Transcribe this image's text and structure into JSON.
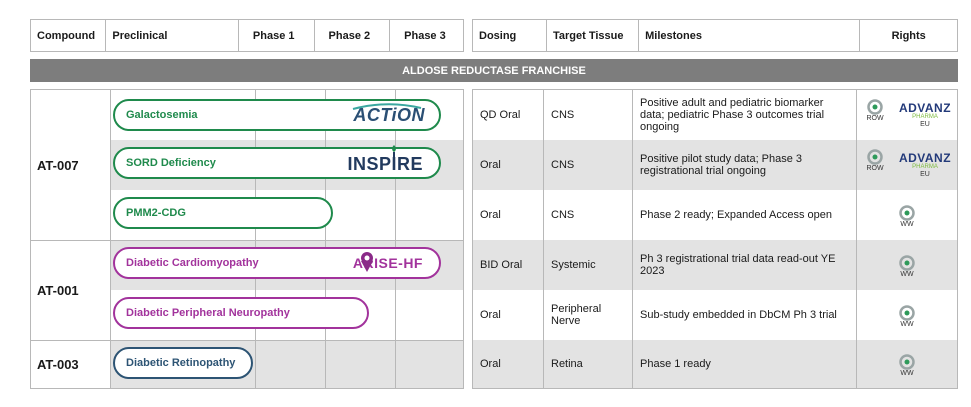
{
  "headers": {
    "compound": "Compound",
    "preclinical": "Preclinical",
    "phase1": "Phase 1",
    "phase2": "Phase 2",
    "phase3": "Phase 3",
    "dosing": "Dosing",
    "target_tissue": "Target Tissue",
    "milestones": "Milestones",
    "rights": "Rights"
  },
  "franchise_banner": "ALDOSE REDUCTASE FRANCHISE",
  "compounds": {
    "c1": "AT-007",
    "c2": "AT-001",
    "c3": "AT-003"
  },
  "programs": [
    {
      "indication": "Galactosemia",
      "trial_logo": "ACTiON",
      "dosing": "QD Oral",
      "tissue": "CNS",
      "milestone": "Positive adult and pediatric biomarker data; pediatric Phase 3 outcomes trial ongoing",
      "rights": [
        {
          "partner": "ADVANZ",
          "sub": "PHARMA",
          "label": "EU"
        },
        {
          "label": "ROW"
        }
      ]
    },
    {
      "indication": "SORD Deficiency",
      "trial_logo": "INSPIRE",
      "dosing": "Oral",
      "tissue": "CNS",
      "milestone": "Positive pilot study data; Phase 3 registrational trial ongoing",
      "rights": [
        {
          "partner": "ADVANZ",
          "sub": "PHARMA",
          "label": "EU"
        },
        {
          "label": "ROW"
        }
      ]
    },
    {
      "indication": "PMM2-CDG",
      "dosing": "Oral",
      "tissue": "CNS",
      "milestone": "Phase 2 ready; Expanded Access open",
      "rights": [
        {
          "label": "WW"
        }
      ]
    },
    {
      "indication": "Diabetic Cardiomyopathy",
      "trial_logo": "ARISE-HF",
      "dosing": "BID Oral",
      "tissue": "Systemic",
      "milestone": "Ph 3 registrational trial data read-out YE 2023",
      "rights": [
        {
          "label": "WW"
        }
      ]
    },
    {
      "indication": "Diabetic Peripheral Neuropathy",
      "dosing": "Oral",
      "tissue": "Peripheral Nerve",
      "milestone": "Sub-study embedded in DbCM Ph 3 trial",
      "rights": [
        {
          "label": "WW"
        }
      ]
    },
    {
      "indication": "Diabetic Retinopathy",
      "dosing": "Oral",
      "tissue": "Retina",
      "milestone": "Phase 1 ready",
      "rights": [
        {
          "label": "WW"
        }
      ]
    }
  ],
  "colors": {
    "green": "#1f8a4c",
    "purple": "#a2339c",
    "blue": "#2d5474",
    "banner": "#7d7d7d",
    "row_shade": "#e3e3e3",
    "advanz_blue": "#233a7a",
    "advanz_green": "#7cbb3e"
  },
  "icons": {
    "company_logo": "applied-logo-icon"
  }
}
